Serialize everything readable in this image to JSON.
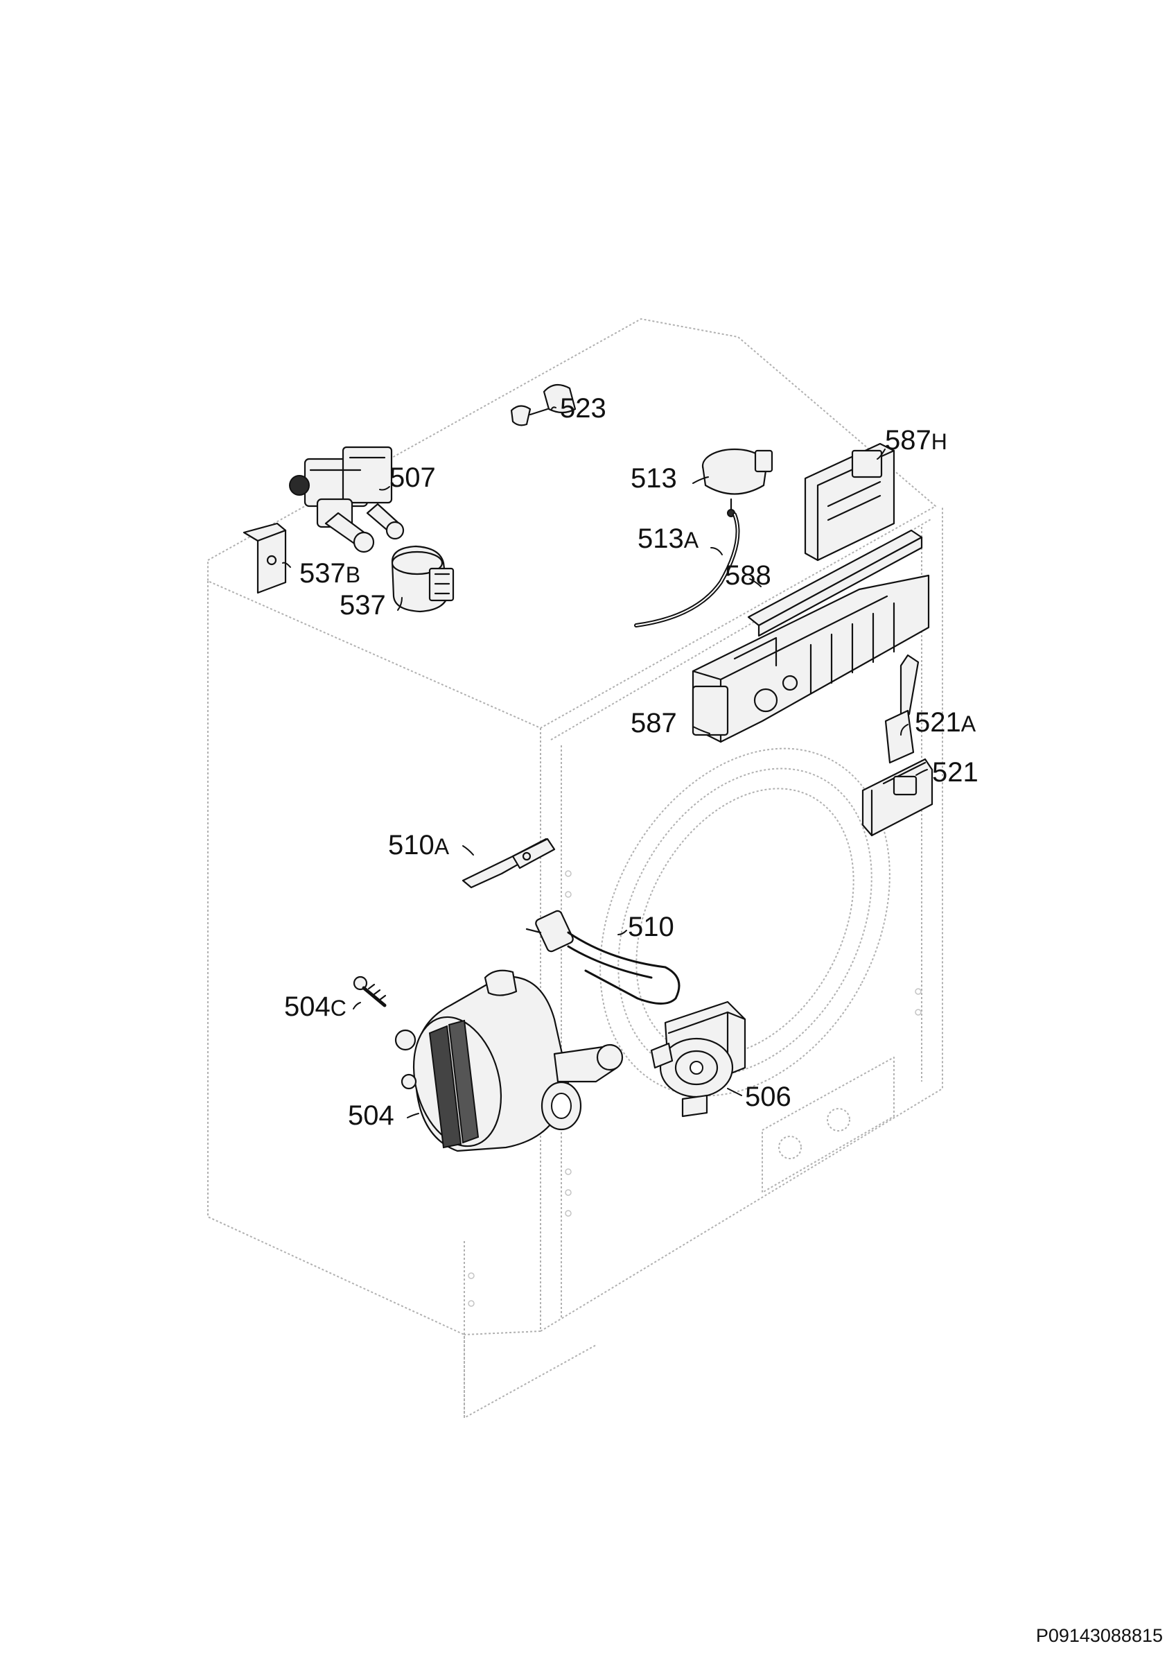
{
  "diagram": {
    "callouts": [
      {
        "id": "523",
        "num": "523",
        "suffix": ""
      },
      {
        "id": "507",
        "num": "507",
        "suffix": ""
      },
      {
        "id": "513",
        "num": "513",
        "suffix": ""
      },
      {
        "id": "587H",
        "num": "587",
        "suffix": "H"
      },
      {
        "id": "513A",
        "num": "513",
        "suffix": "A"
      },
      {
        "id": "537B",
        "num": "537",
        "suffix": "B"
      },
      {
        "id": "588",
        "num": "588",
        "suffix": ""
      },
      {
        "id": "537",
        "num": "537",
        "suffix": ""
      },
      {
        "id": "587",
        "num": "587",
        "suffix": ""
      },
      {
        "id": "521A",
        "num": "521",
        "suffix": "A"
      },
      {
        "id": "521",
        "num": "521",
        "suffix": ""
      },
      {
        "id": "510A",
        "num": "510",
        "suffix": "A"
      },
      {
        "id": "510",
        "num": "510",
        "suffix": ""
      },
      {
        "id": "504C",
        "num": "504",
        "suffix": "C"
      },
      {
        "id": "506",
        "num": "506",
        "suffix": ""
      },
      {
        "id": "504",
        "num": "504",
        "suffix": ""
      }
    ],
    "reference_code": "P09143088815"
  },
  "icons": {
    "valve": "inlet-valve-icon",
    "motor": "motor-icon",
    "pump": "drain-pump-icon",
    "heater": "heating-element-icon"
  }
}
